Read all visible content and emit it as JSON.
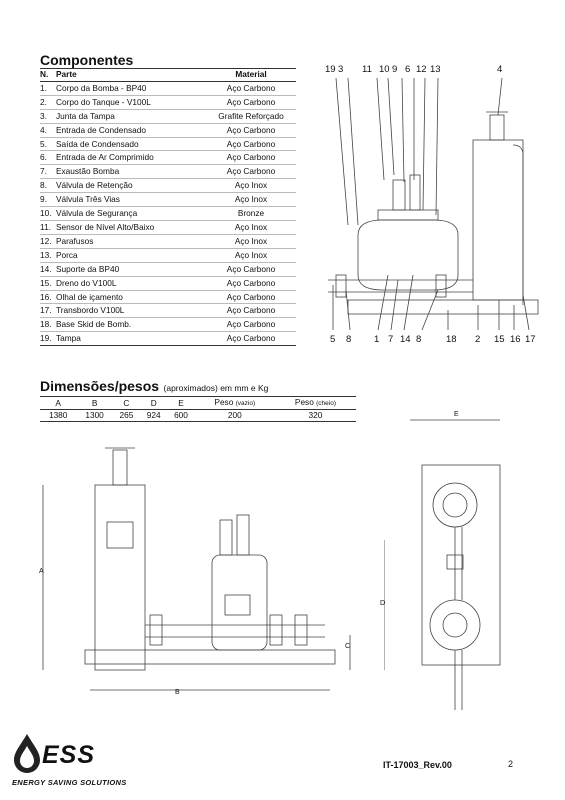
{
  "components": {
    "title": "Componentes",
    "headers": {
      "n": "N.",
      "part": "Parte",
      "material": "Material"
    },
    "rows": [
      {
        "n": "1.",
        "part": "Corpo da Bomba - BP40",
        "material": "Aço Carbono"
      },
      {
        "n": "2.",
        "part": "Corpo do Tanque - V100L",
        "material": "Aço Carbono"
      },
      {
        "n": "3.",
        "part": "Junta da Tampa",
        "material": "Grafite Reforçado"
      },
      {
        "n": "4.",
        "part": "Entrada de Condensado",
        "material": "Aço Carbono"
      },
      {
        "n": "5.",
        "part": "Saída de Condensado",
        "material": "Aço Carbono"
      },
      {
        "n": "6.",
        "part": "Entrada de Ar Comprimido",
        "material": "Aço Carbono"
      },
      {
        "n": "7.",
        "part": "Exaustão Bomba",
        "material": "Aço Carbono"
      },
      {
        "n": "8.",
        "part": "Válvula de Retenção",
        "material": "Aço Inox"
      },
      {
        "n": "9.",
        "part": "Válvula Três Vias",
        "material": "Aço Inox"
      },
      {
        "n": "10.",
        "part": "Válvula de Segurança",
        "material": "Bronze"
      },
      {
        "n": "11.",
        "part": "Sensor de Nível Alto/Baixo",
        "material": "Aço Inox"
      },
      {
        "n": "12.",
        "part": "Parafusos",
        "material": "Aço Inox"
      },
      {
        "n": "13.",
        "part": "Porca",
        "material": "Aço Inox"
      },
      {
        "n": "14.",
        "part": "Suporte da BP40",
        "material": "Aço Carbono"
      },
      {
        "n": "15.",
        "part": "Dreno do V100L",
        "material": "Aço Carbono"
      },
      {
        "n": "16.",
        "part": "Olhal de içamento",
        "material": "Aço Carbono"
      },
      {
        "n": "17.",
        "part": "Transbordo V100L",
        "material": "Aço Carbono"
      },
      {
        "n": "18.",
        "part": "Base Skid de Bomb.",
        "material": "Aço Carbono"
      },
      {
        "n": "19.",
        "part": "Tampa",
        "material": "Aço Carbono"
      }
    ]
  },
  "dimensions": {
    "title": "Dimensões/pesos",
    "subtitle": "(aproximados) em mm e Kg",
    "headers": [
      "A",
      "B",
      "C",
      "D",
      "E",
      "Peso",
      "Peso"
    ],
    "header_notes": [
      "",
      "",
      "",
      "",
      "",
      "(vazio)",
      "(cheio)"
    ],
    "values": [
      "1380",
      "1300",
      "265",
      "924",
      "600",
      "200",
      "320"
    ]
  },
  "callouts": {
    "top": [
      "19",
      "3",
      "11",
      "10",
      "9",
      "6",
      "12",
      "13",
      "4"
    ],
    "bottom": [
      "5",
      "8",
      "1",
      "7",
      "14",
      "8",
      "18",
      "2",
      "15",
      "16",
      "17"
    ]
  },
  "dim_labels": {
    "a": "A",
    "b": "B",
    "c": "C",
    "d": "D",
    "e": "E"
  },
  "footer": {
    "brand": "ESS",
    "tagline": "ENERGY SAVING SOLUTIONS",
    "doc_code": "IT-17003_Rev.00",
    "page": "2"
  }
}
